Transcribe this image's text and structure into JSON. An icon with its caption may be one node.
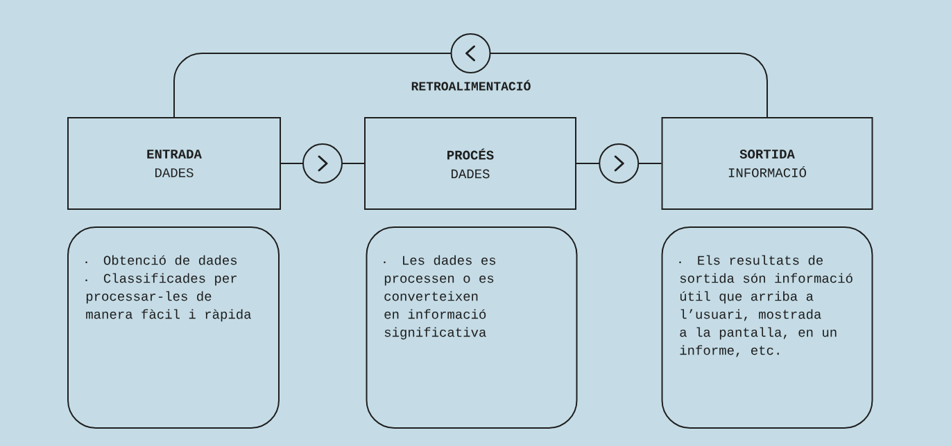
{
  "diagram": {
    "nodes": [
      {
        "text": [
          "ENTRADA",
          "DADES"
        ]
      },
      {
        "text": [
          "PROCÉS",
          "DADES"
        ]
      },
      {
        "text": [
          "SORTIDA",
          "INFORMACIÓ"
        ]
      },
      {
        "text": [
          "Obtenció de dades",
          "Classificades per processar-les de manera fàcil i ràpida"
        ]
      },
      {
        "text": [
          "Les dades es processen o es converteixen en informació significativa"
        ]
      },
      {
        "text": [
          "Els resultats de sortida són informació útil que arriba a l’usuari, mostrada a la pantalla, en un informe, etc."
        ]
      }
    ],
    "edges": [
      {
        "from": 0,
        "to": 1,
        "arrow": "to"
      },
      {
        "from": 1,
        "to": 2,
        "arrow": "to"
      },
      {
        "from": 2,
        "to": 0,
        "arrow": "to"
      }
    ],
    "labels": [
      "RETROALIMENTACIÓ"
    ]
  }
}
